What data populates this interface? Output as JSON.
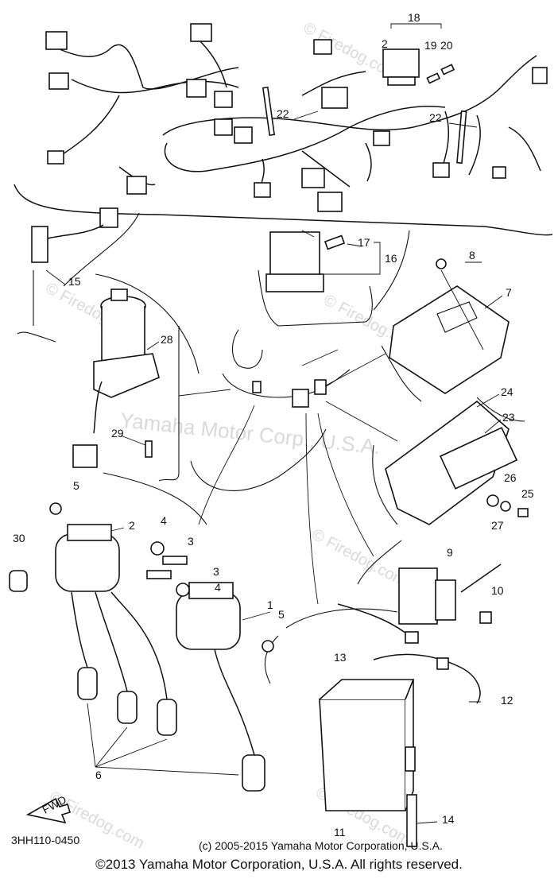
{
  "diagram_code": "3HH110-0450",
  "fwd_label": "FWD",
  "small_copyright": "(c) 2005-2015 Yamaha Motor Corporation, U.S.A.",
  "copyright": "©2013 Yamaha Motor Corporation, U.S.A. All rights reserved.",
  "watermarks": [
    "Yamaha Motor Corp., U.S.A.",
    "© Firedog.com",
    "© Firedog.com",
    "© Firedog.com",
    "© Firedog.com",
    "© Firedog.com",
    "© Firedog.com"
  ],
  "callouts": [
    "18",
    "2",
    "19",
    "20",
    "22",
    "22",
    "17",
    "16",
    "8",
    "7",
    "15",
    "28",
    "24",
    "23",
    "29",
    "26",
    "25",
    "27",
    "5",
    "2",
    "4",
    "3",
    "3",
    "4",
    "30",
    "9",
    "10",
    "1",
    "5",
    "13",
    "12",
    "6",
    "14",
    "11"
  ]
}
